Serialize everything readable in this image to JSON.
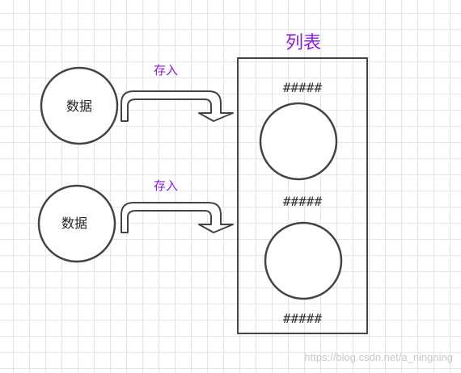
{
  "diagram": {
    "title": "列表",
    "store_labels": [
      "存入",
      "存入"
    ],
    "data_nodes": [
      "数据",
      "数据"
    ],
    "separators": [
      "#####",
      "#####",
      "#####"
    ]
  },
  "watermark": "https://blog.csdn.net/a_ningning",
  "colors": {
    "stroke": "#444444",
    "accent": "#8a1fd6",
    "grid": "#e6e6e6"
  }
}
